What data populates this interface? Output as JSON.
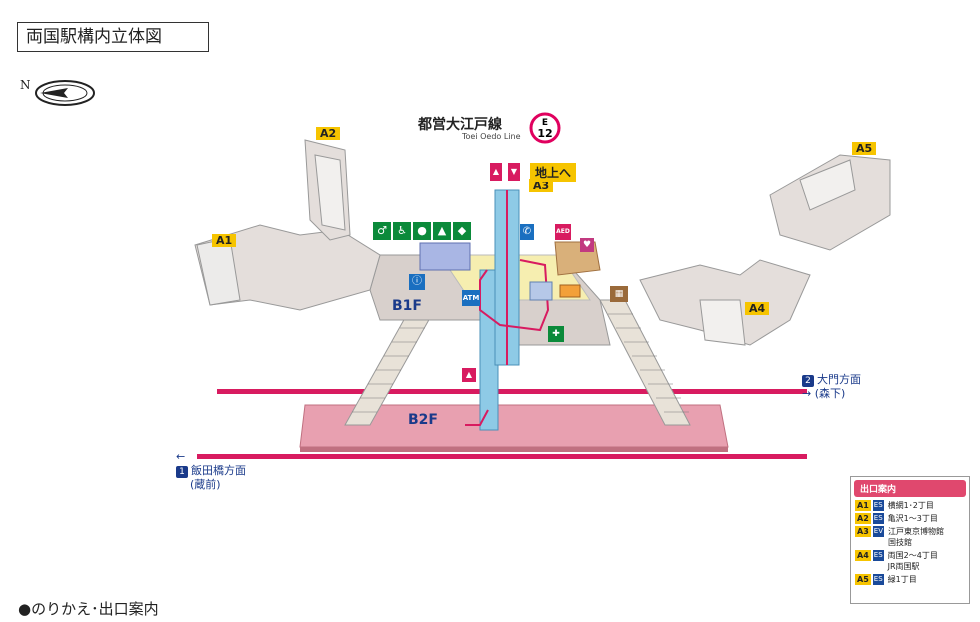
{
  "title": "両国駅構内立体図",
  "compass": {
    "label": "N"
  },
  "line": {
    "name_jp": "都営大江戸線",
    "name_en": "Toei Oedo Line",
    "badge_letter": "E",
    "badge_number": "12",
    "color": "#e0005e"
  },
  "exits": [
    "A1",
    "A2",
    "A3",
    "A4",
    "A5"
  ],
  "chijo_label": "地上へ",
  "floors": [
    "B1F",
    "B2F"
  ],
  "directions": [
    {
      "num": "2",
      "line1": "大門方面",
      "line2": "(森下)",
      "arrow": "→"
    },
    {
      "num": "1",
      "line1": "飯田橋方面",
      "line2": "(蔵前)",
      "arrow": "←"
    }
  ],
  "legend": {
    "title": "出口案内",
    "rows": [
      {
        "exit": "A1",
        "kind": "ES",
        "places": [
          "横網1･2丁目"
        ]
      },
      {
        "exit": "A2",
        "kind": "ES",
        "places": [
          "亀沢1～3丁目"
        ]
      },
      {
        "exit": "A3",
        "kind": "EV",
        "places": [
          "江戸東京博物館",
          "国技館"
        ]
      },
      {
        "exit": "A4",
        "kind": "ES",
        "places": [
          "両国2～4丁目",
          "JR両国駅"
        ]
      },
      {
        "exit": "A5",
        "kind": "ES",
        "places": [
          "緑1丁目"
        ]
      }
    ]
  },
  "icons": {
    "aed": "AED",
    "atm": "ATM"
  },
  "footer": "●のりかえ･出口案内",
  "colors": {
    "platform": "#e8a0b0",
    "concourse": "#d8d0cc",
    "rail": "#d81b60",
    "elevator": "#8ecae6",
    "exit_tag": "#f6c400"
  }
}
